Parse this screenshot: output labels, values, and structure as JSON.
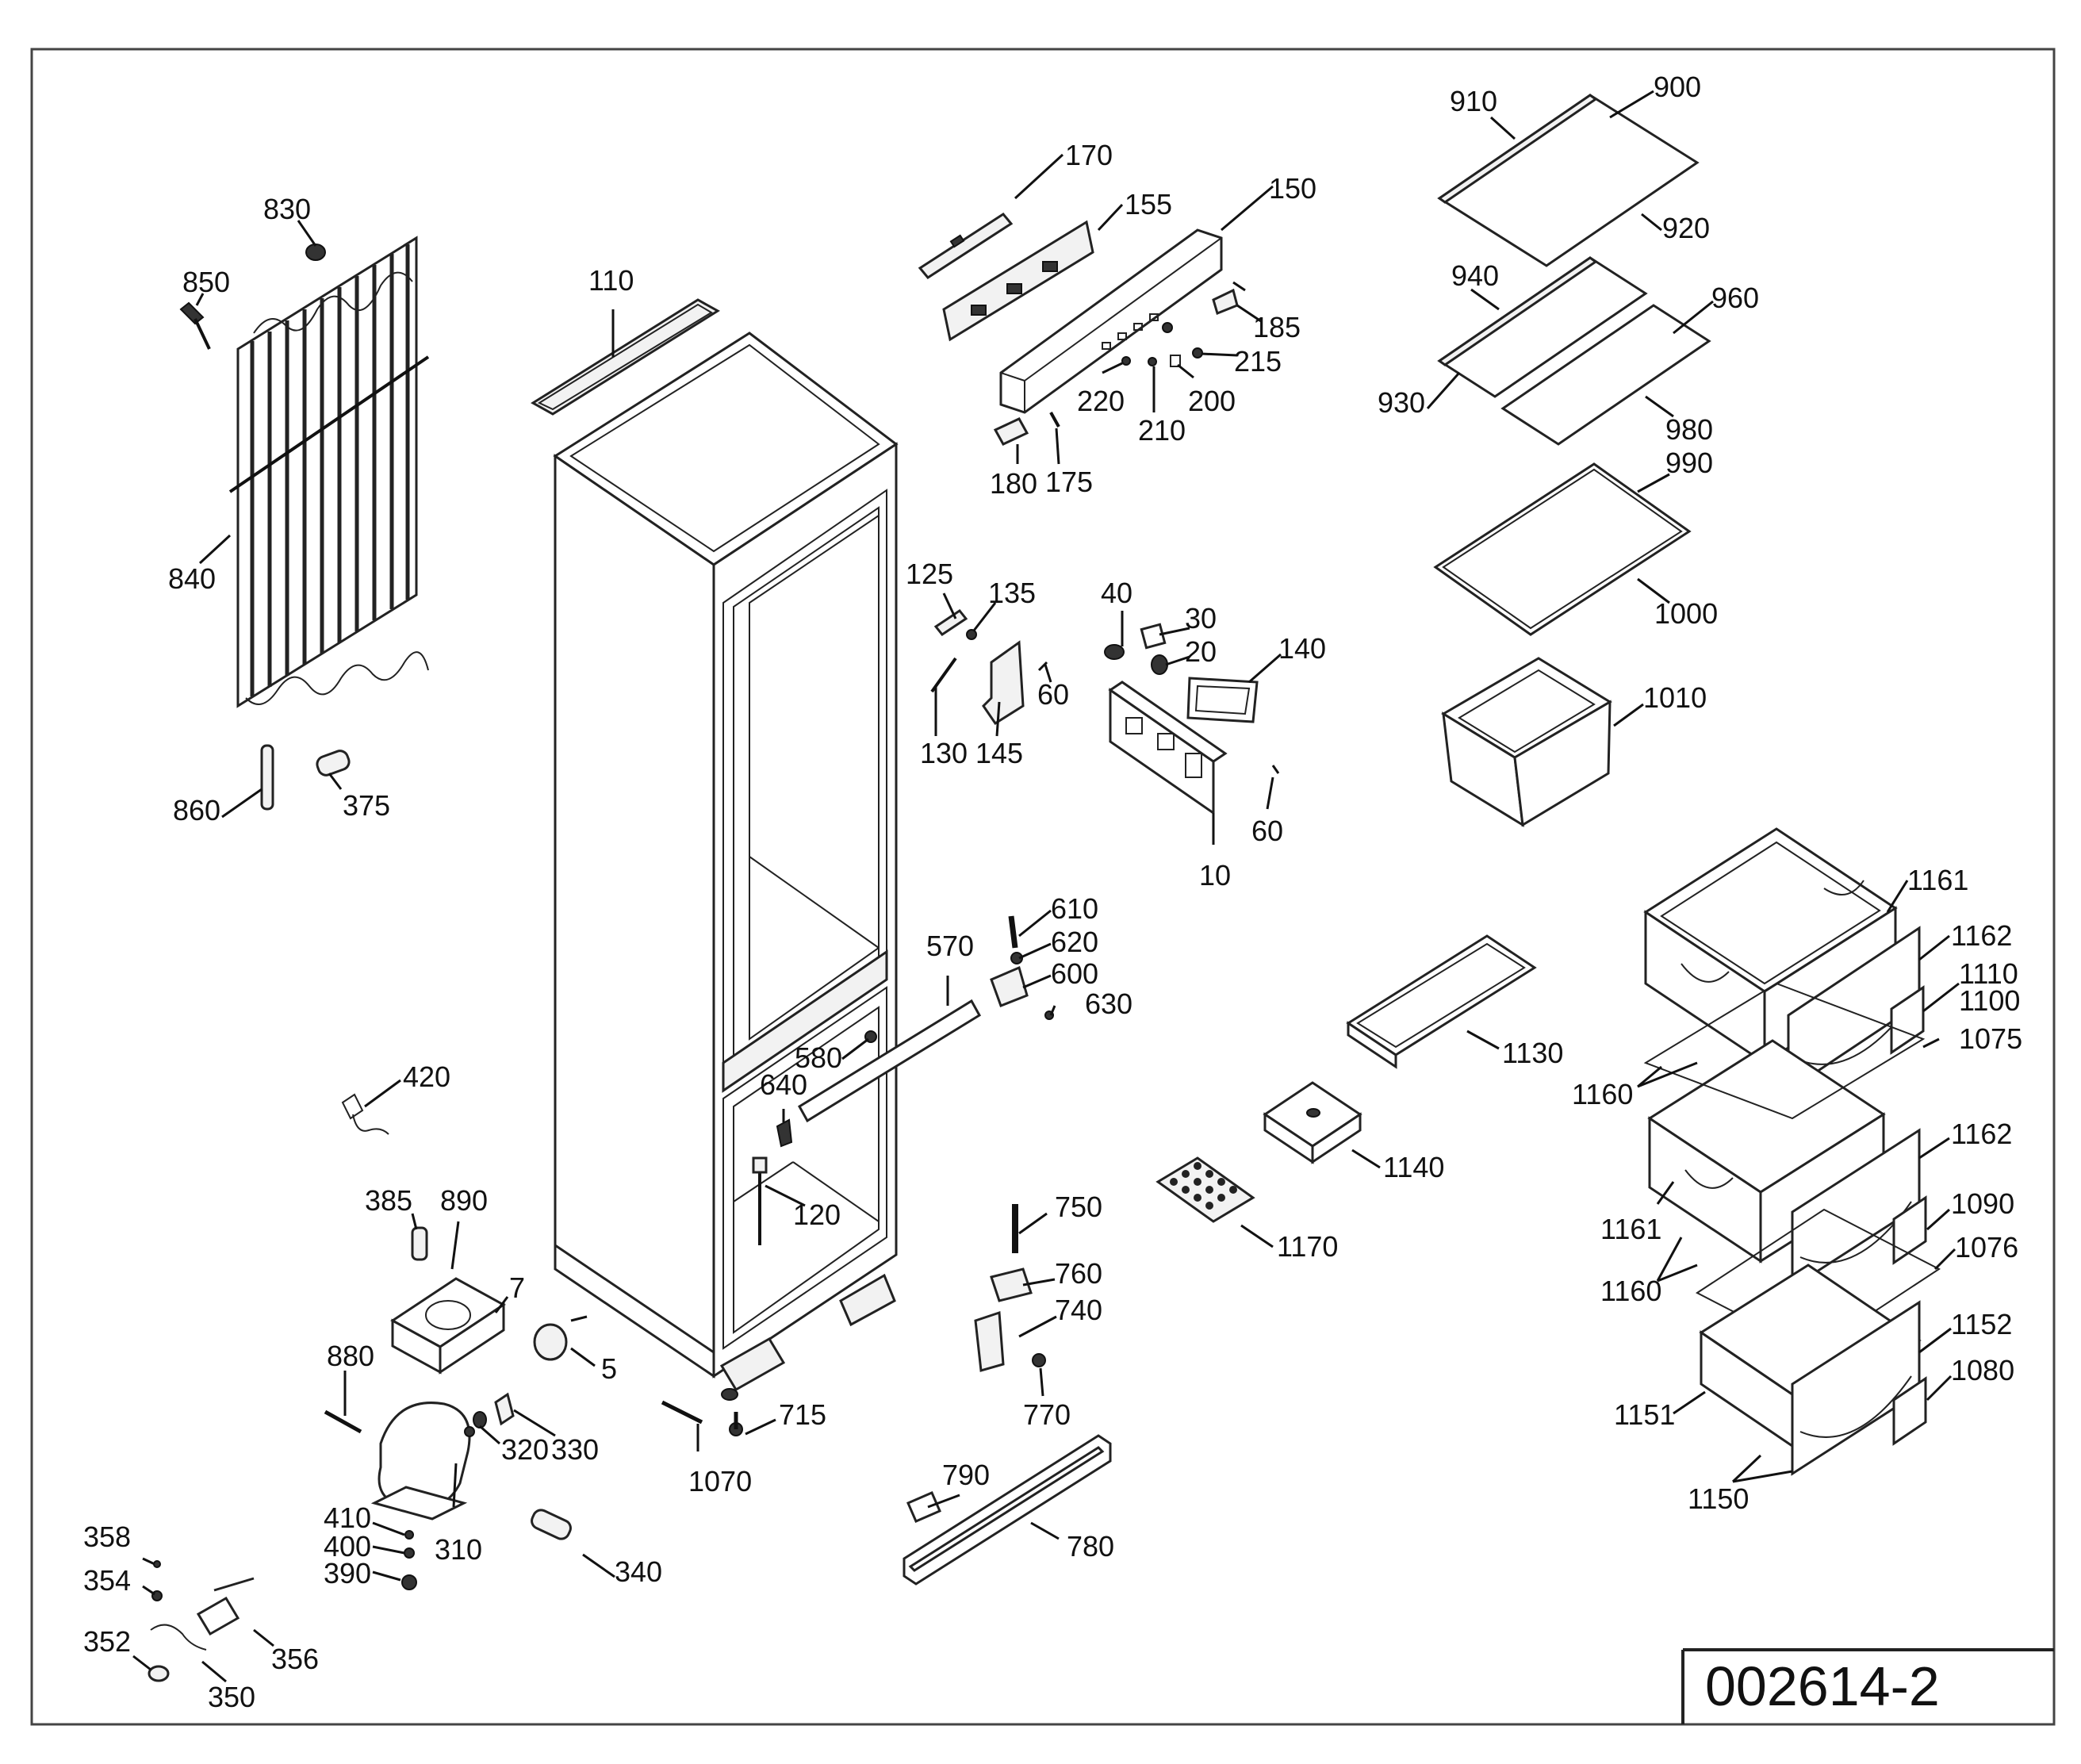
{
  "drawing_number": "002614-2",
  "part_labels": [
    {
      "text": "830"
    },
    {
      "text": "850"
    },
    {
      "text": "840"
    },
    {
      "text": "860"
    },
    {
      "text": "375"
    },
    {
      "text": "110"
    },
    {
      "text": "170"
    },
    {
      "text": "155"
    },
    {
      "text": "150"
    },
    {
      "text": "185"
    },
    {
      "text": "215"
    },
    {
      "text": "220"
    },
    {
      "text": "200"
    },
    {
      "text": "210"
    },
    {
      "text": "180"
    },
    {
      "text": "175"
    },
    {
      "text": "910"
    },
    {
      "text": "900"
    },
    {
      "text": "920"
    },
    {
      "text": "940"
    },
    {
      "text": "960"
    },
    {
      "text": "930"
    },
    {
      "text": "980"
    },
    {
      "text": "990"
    },
    {
      "text": "1000"
    },
    {
      "text": "1010"
    },
    {
      "text": "125"
    },
    {
      "text": "135"
    },
    {
      "text": "130"
    },
    {
      "text": "145"
    },
    {
      "text": "60"
    },
    {
      "text": "40"
    },
    {
      "text": "30"
    },
    {
      "text": "20"
    },
    {
      "text": "140"
    },
    {
      "text": "60"
    },
    {
      "text": "10"
    },
    {
      "text": "610"
    },
    {
      "text": "620"
    },
    {
      "text": "600"
    },
    {
      "text": "630"
    },
    {
      "text": "570"
    },
    {
      "text": "580"
    },
    {
      "text": "640"
    },
    {
      "text": "120"
    },
    {
      "text": "1161"
    },
    {
      "text": "1162"
    },
    {
      "text": "1110"
    },
    {
      "text": "1100"
    },
    {
      "text": "1075"
    },
    {
      "text": "1160"
    },
    {
      "text": "1130"
    },
    {
      "text": "1140"
    },
    {
      "text": "1170"
    },
    {
      "text": "1162"
    },
    {
      "text": "1090"
    },
    {
      "text": "1161"
    },
    {
      "text": "1076"
    },
    {
      "text": "1160"
    },
    {
      "text": "1152"
    },
    {
      "text": "1080"
    },
    {
      "text": "1151"
    },
    {
      "text": "1150"
    },
    {
      "text": "420"
    },
    {
      "text": "385"
    },
    {
      "text": "890"
    },
    {
      "text": "7"
    },
    {
      "text": "880"
    },
    {
      "text": "5"
    },
    {
      "text": "320"
    },
    {
      "text": "330"
    },
    {
      "text": "410"
    },
    {
      "text": "400"
    },
    {
      "text": "390"
    },
    {
      "text": "310"
    },
    {
      "text": "340"
    },
    {
      "text": "1070"
    },
    {
      "text": "715"
    },
    {
      "text": "750"
    },
    {
      "text": "760"
    },
    {
      "text": "740"
    },
    {
      "text": "770"
    },
    {
      "text": "790"
    },
    {
      "text": "780"
    },
    {
      "text": "358"
    },
    {
      "text": "354"
    },
    {
      "text": "352"
    },
    {
      "text": "356"
    },
    {
      "text": "350"
    }
  ]
}
